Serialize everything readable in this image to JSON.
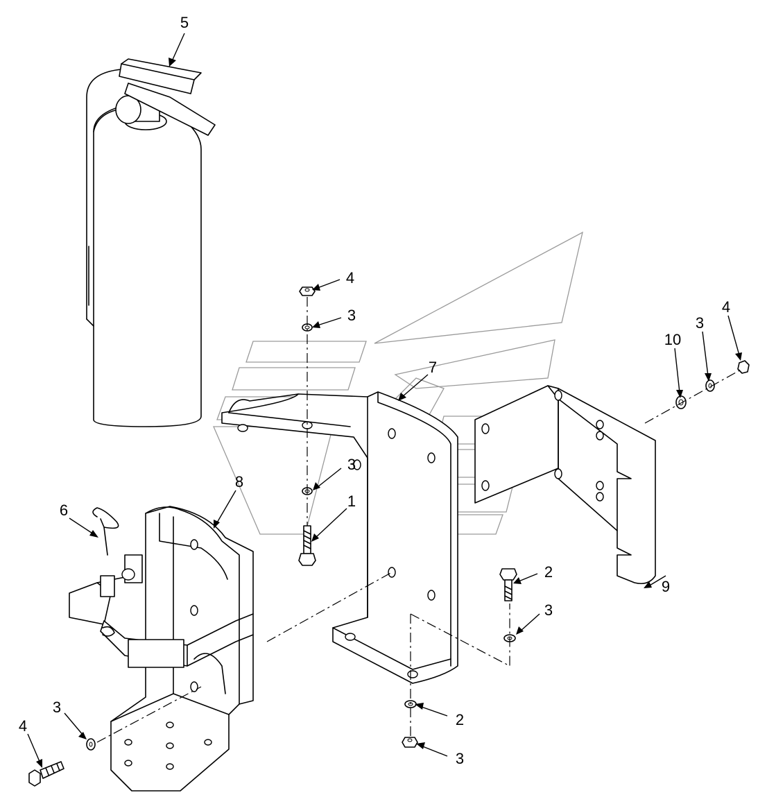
{
  "diagram": {
    "callouts": [
      {
        "id": "c5",
        "text": "5"
      },
      {
        "id": "c4a",
        "text": "4"
      },
      {
        "id": "c3a",
        "text": "3"
      },
      {
        "id": "c7",
        "text": "7"
      },
      {
        "id": "c10",
        "text": "10"
      },
      {
        "id": "c3b",
        "text": "3"
      },
      {
        "id": "c4b",
        "text": "4"
      },
      {
        "id": "c3c",
        "text": "3"
      },
      {
        "id": "c8",
        "text": "8"
      },
      {
        "id": "c1",
        "text": "1"
      },
      {
        "id": "c6",
        "text": "6"
      },
      {
        "id": "c9",
        "text": "9"
      },
      {
        "id": "c2a",
        "text": "2"
      },
      {
        "id": "c3d",
        "text": "3"
      },
      {
        "id": "c2b",
        "text": "2"
      },
      {
        "id": "c3e",
        "text": "3"
      },
      {
        "id": "c3f",
        "text": "3"
      },
      {
        "id": "c4c",
        "text": "4"
      }
    ]
  }
}
